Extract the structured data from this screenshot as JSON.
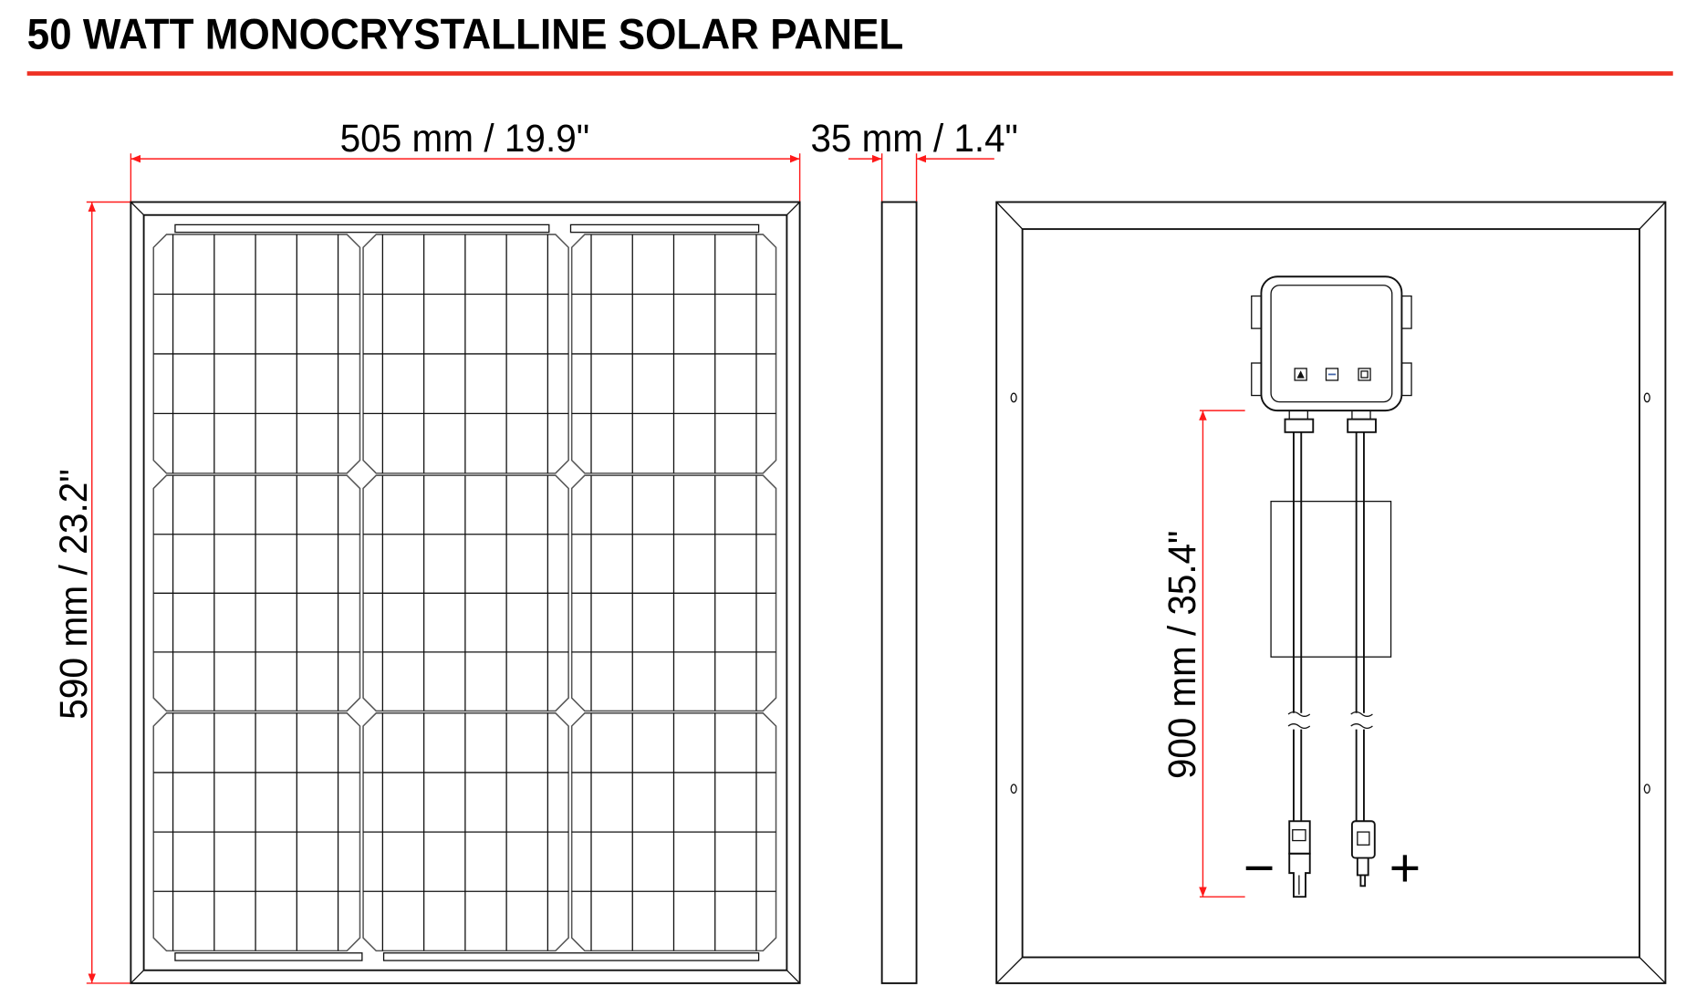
{
  "title": "50 WATT MONOCRYSTALLINE SOLAR PANEL",
  "colors": {
    "accent": "#ee3124",
    "dimension": "#ff1a1a",
    "line": "#111111"
  },
  "dimensions": {
    "width": "505 mm / 19.9\"",
    "depth": "35 mm / 1.4\"",
    "height": "590 mm / 23.2\"",
    "cable_length": "900 mm / 35.4\""
  },
  "polarity": {
    "negative": "−",
    "positive": "+"
  }
}
